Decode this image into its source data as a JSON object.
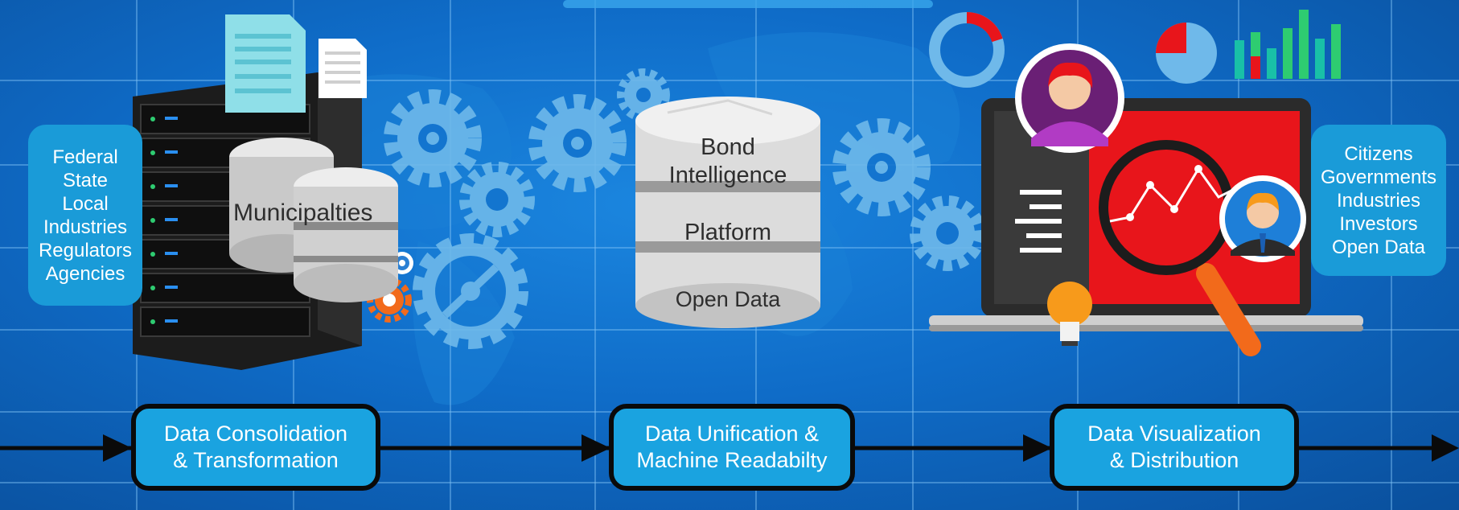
{
  "sources": {
    "items": [
      "Federal",
      "State",
      "Local",
      "Industries",
      "Regulators",
      "Agencies"
    ]
  },
  "municipalities": {
    "label": "Municipalties"
  },
  "platform": {
    "line1": "Bond",
    "line2": "Intelligence",
    "line3": "Platform",
    "line4": "Open Data"
  },
  "audiences": {
    "items": [
      "Citizens",
      "Governments",
      "Industries",
      "Investors",
      "Open Data"
    ]
  },
  "steps": [
    {
      "line1": "Data Consolidation",
      "line2": "& Transformation"
    },
    {
      "line1": "Data Unification &",
      "line2": "Machine Readabilty"
    },
    {
      "line1": "Data Visualization",
      "line2": "& Distribution"
    }
  ],
  "colors": {
    "background": "#0f6cc8",
    "box": "#1a9bd8",
    "screen_red": "#e8151b",
    "accent_orange": "#f26a1b"
  }
}
